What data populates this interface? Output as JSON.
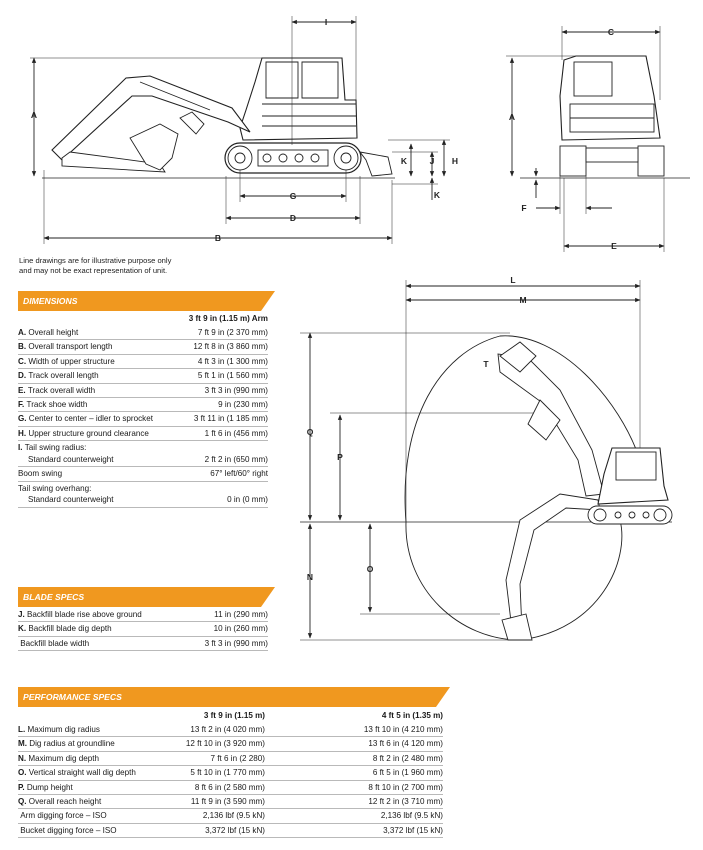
{
  "note": [
    "Line drawings are for illustrative purpose only",
    "and may not be exact representation of unit."
  ],
  "diagram_labels": {
    "side": [
      "I",
      "A",
      "K",
      "J",
      "H",
      "K",
      "G",
      "D",
      "B"
    ],
    "front": [
      "C",
      "A",
      "F",
      "E"
    ],
    "reach": [
      "L",
      "M",
      "T",
      "Q",
      "P",
      "O",
      "N"
    ]
  },
  "dimensions": {
    "title": "DIMENSIONS",
    "column": "3 ft 9 in (1.15 m) Arm",
    "rows": [
      {
        "letter": "A.",
        "label": "Overall height",
        "value": "7 ft 9 in (2 370 mm)"
      },
      {
        "letter": "B.",
        "label": "Overall transport length",
        "value": "12 ft 8 in (3 860 mm)"
      },
      {
        "letter": "C.",
        "label": "Width of upper structure",
        "value": "4 ft 3 in (1 300 mm)"
      },
      {
        "letter": "D.",
        "label": "Track overall length",
        "value": "5 ft 1 in (1 560 mm)"
      },
      {
        "letter": "E.",
        "label": "Track overall width",
        "value": "3 ft 3 in (990 mm)"
      },
      {
        "letter": "F.",
        "label": "Track shoe width",
        "value": "9 in (230 mm)"
      },
      {
        "letter": "G.",
        "label": "Center to center – idler to sprocket",
        "value": "3 ft 11 in (1 185 mm)"
      },
      {
        "letter": "H.",
        "label": "Upper structure ground clearance",
        "value": "1 ft 6 in (456 mm)"
      }
    ],
    "tail_swing": {
      "letter": "I.",
      "label": "Tail swing radius:",
      "sub": "Standard counterweight",
      "value": "2 ft 2 in (650 mm)"
    },
    "boom_swing": {
      "label": "Boom swing",
      "value": "67° left/60° right"
    },
    "tail_overhang": {
      "label": "Tail swing overhang:",
      "sub": "Standard counterweight",
      "value": "0 in (0 mm)"
    }
  },
  "blade": {
    "title": "BLADE SPECS",
    "rows": [
      {
        "letter": "J.",
        "label": "Backfill blade rise above ground",
        "value": "11 in (290 mm)"
      },
      {
        "letter": "K.",
        "label": "Backfill blade dig depth",
        "value": "10 in (260 mm)"
      },
      {
        "letter": "",
        "label": "Backfill blade width",
        "value": "3 ft 3 in (990 mm)"
      }
    ]
  },
  "performance": {
    "title": "PERFORMANCE SPECS",
    "col1": "3 ft 9 in (1.15 m)",
    "col2": "4 ft 5 in (1.35 m)",
    "rows": [
      {
        "letter": "L.",
        "label": "Maximum dig radius",
        "v1": "13 ft 2 in (4 020 mm)",
        "v2": "13 ft 10 in (4 210 mm)"
      },
      {
        "letter": "M.",
        "label": "Dig radius at groundline",
        "v1": "12 ft 10 in (3 920 mm)",
        "v2": "13 ft 6 in (4 120 mm)"
      },
      {
        "letter": "N.",
        "label": "Maximum dig depth",
        "v1": "7 ft 6 in (2 280)",
        "v2": "8 ft 2 in (2 480 mm)"
      },
      {
        "letter": "O.",
        "label": "Vertical straight wall dig depth",
        "v1": "5 ft 10 in (1 770 mm)",
        "v2": "6 ft 5 in (1 960 mm)"
      },
      {
        "letter": "P.",
        "label": "Dump height",
        "v1": "8 ft 6 in (2 580 mm)",
        "v2": "8 ft 10 in (2 700 mm)"
      },
      {
        "letter": "Q.",
        "label": "Overall reach height",
        "v1": "11 ft 9 in (3 590 mm)",
        "v2": "12 ft 2 in (3 710 mm)"
      },
      {
        "letter": "",
        "label": "Arm digging force – ISO",
        "v1": "2,136 lbf (9.5 kN)",
        "v2": "2,136 lbf (9.5 kN)"
      },
      {
        "letter": "",
        "label": "Bucket digging force – ISO",
        "v1": "3,372 lbf (15 kN)",
        "v2": "3,372 lbf (15 kN)"
      }
    ]
  },
  "colors": {
    "accent": "#f0981f",
    "rule": "#b9b9b9",
    "ink": "#1a1a1a"
  }
}
